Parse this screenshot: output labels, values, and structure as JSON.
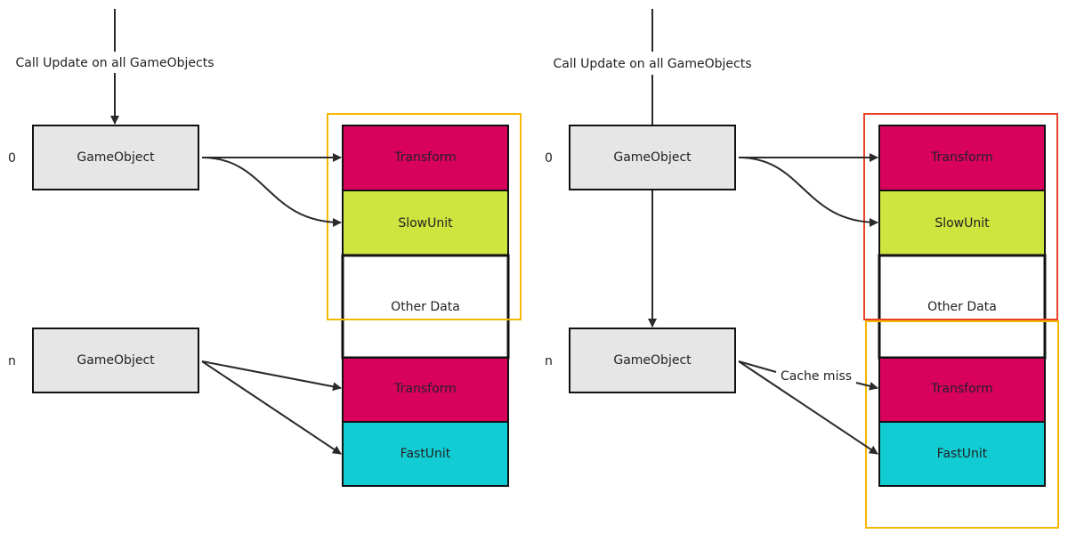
{
  "colors": {
    "transform": "#d9015e",
    "slow_unit": "#cde53e",
    "fast_unit": "#12ccd4",
    "game_object": "#e6e6e6",
    "other_data": "#ffffff",
    "cache_box_yellow": "#f5b800",
    "cache_box_red": "#e8422a",
    "arrow": "#2a2a2a"
  },
  "left": {
    "call_label": "Call Update on all GameObjects",
    "index_top": "0",
    "index_bottom": "n",
    "game_object_top": "GameObject",
    "game_object_bottom": "GameObject",
    "memory": {
      "transform_top": "Transform",
      "slow_unit": "SlowUnit",
      "other_data": "Other Data",
      "transform_bottom": "Transform",
      "fast_unit": "FastUnit"
    }
  },
  "right": {
    "call_label": "Call Update on all GameObjects",
    "index_top": "0",
    "index_bottom": "n",
    "game_object_top": "GameObject",
    "game_object_bottom": "GameObject",
    "cache_miss_label": "Cache miss",
    "memory": {
      "transform_top": "Transform",
      "slow_unit": "SlowUnit",
      "other_data": "Other Data",
      "transform_bottom": "Transform",
      "fast_unit": "FastUnit"
    }
  }
}
